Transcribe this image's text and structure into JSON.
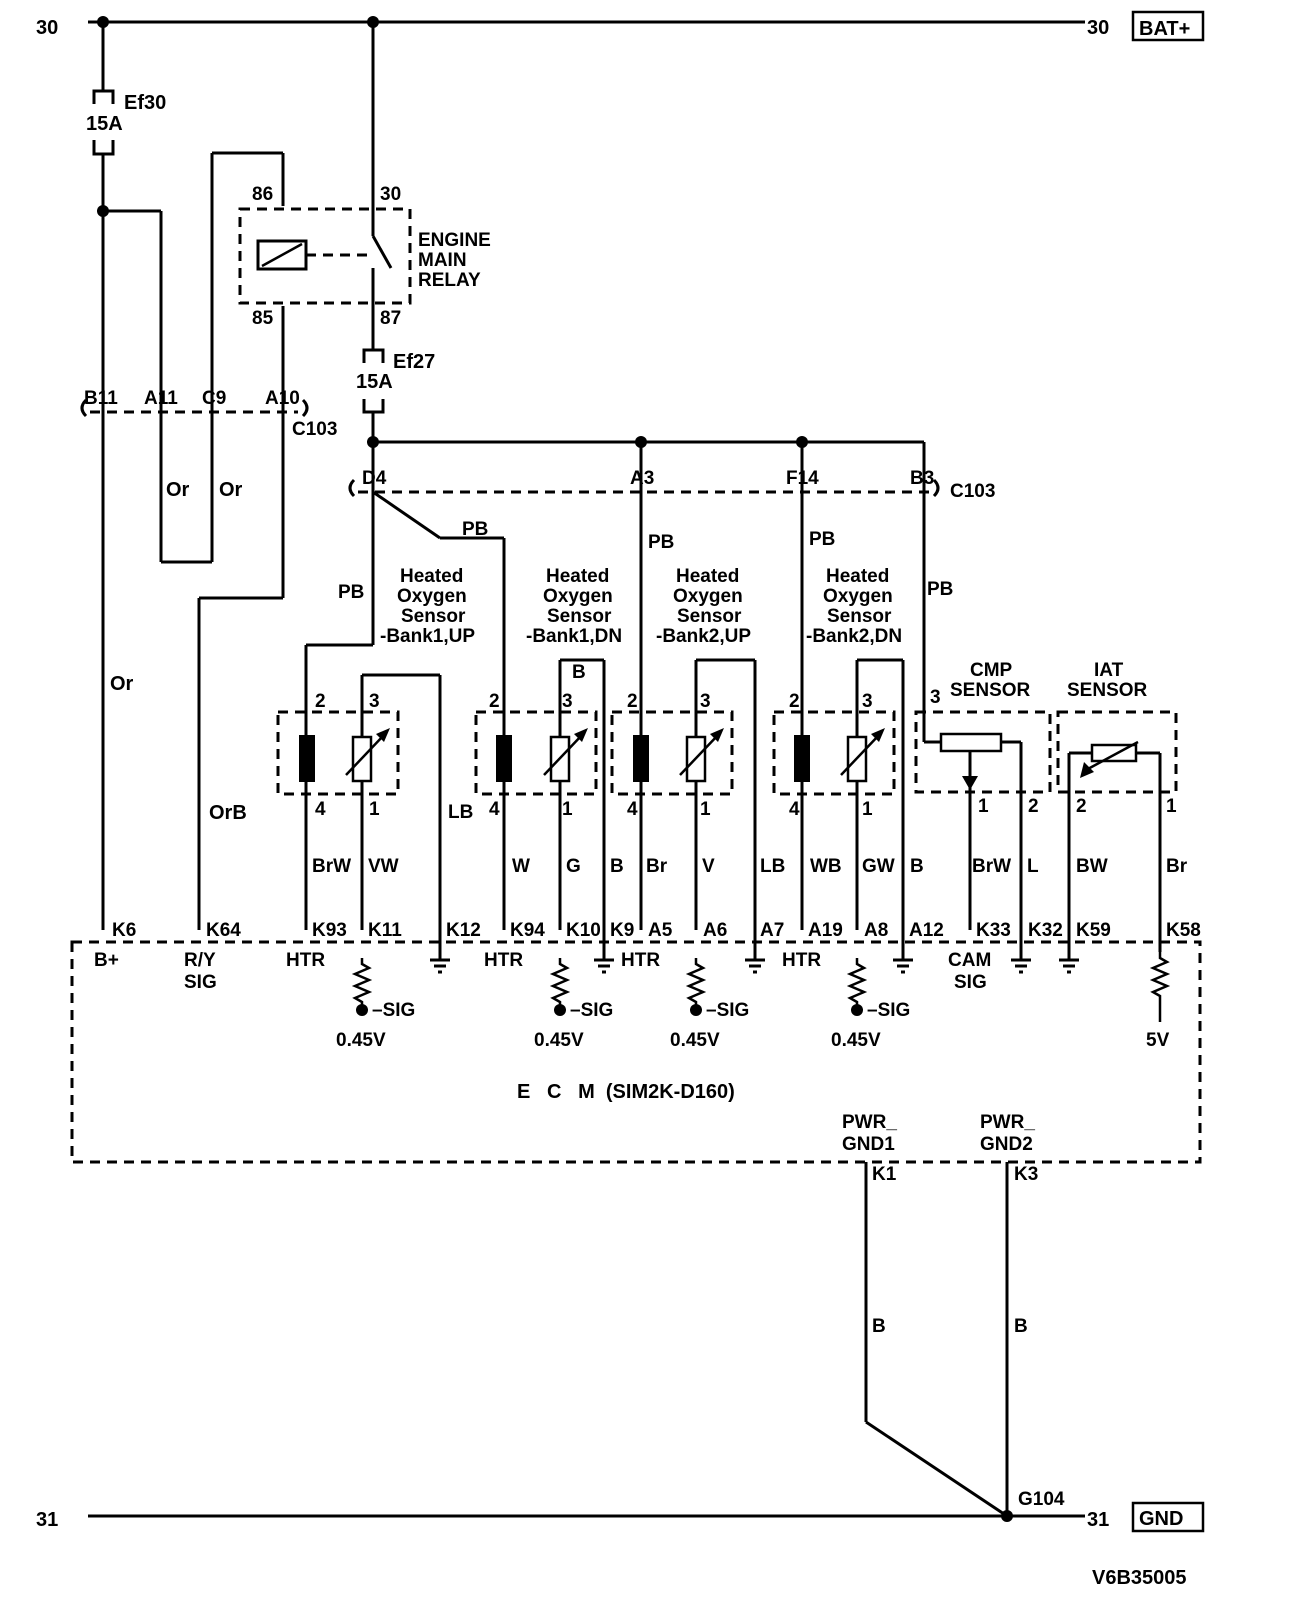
{
  "rails": {
    "top_left": "30",
    "top_right": "30",
    "top_tag": "BAT+",
    "bottom_left": "31",
    "bottom_right": "31",
    "bottom_tag": "GND",
    "ground_point": "G104"
  },
  "fuses": {
    "ef30_name": "Ef30",
    "ef30_rating": "15A",
    "ef27_name": "Ef27",
    "ef27_rating": "15A"
  },
  "relay": {
    "line1": "ENGINE",
    "line2": "MAIN",
    "line3": "RELAY",
    "pin86": "86",
    "pin85": "85",
    "pin30": "30",
    "pin87": "87"
  },
  "connector_upper": {
    "name": "C103",
    "pins": [
      "B11",
      "A11",
      "C9",
      "A10"
    ]
  },
  "connector_lower": {
    "name": "C103",
    "pins": [
      "D4",
      "A3",
      "F14",
      "B3"
    ]
  },
  "wire_colors": {
    "or_a": "Or",
    "or_b": "Or",
    "or_left": "Or",
    "orb": "OrB",
    "pb_d4": "PB",
    "pb_branch": "PB",
    "pb_a3": "PB",
    "pb_f14": "PB",
    "pb_b3": "PB",
    "b_jumper": "B",
    "s1_pin4": "BrW",
    "s1_pin1": "VW",
    "s1_ret": "LB",
    "s2_pin4": "W",
    "s2_pin1": "G",
    "s2_ret": "B",
    "s3_pin4": "Br",
    "s3_pin1": "V",
    "s3_ret": "LB",
    "s4_pin4": "WB",
    "s4_pin1": "GW",
    "s4_ret": "B",
    "cmp_pin1": "BrW",
    "cmp_pin2": "L",
    "iat_pin2": "BW",
    "iat_pin1": "Br",
    "gnd1": "B",
    "gnd2": "B"
  },
  "sensors": [
    {
      "line1": "Heated",
      "line2": "Oxygen",
      "line3": "Sensor",
      "line4": "-Bank1,UP",
      "p_a": "2",
      "p_b": "3",
      "p_c": "4",
      "p_d": "1"
    },
    {
      "line1": "Heated",
      "line2": "Oxygen",
      "line3": "Sensor",
      "line4": "-Bank1,DN",
      "p_a": "2",
      "p_b": "3",
      "p_c": "4",
      "p_d": "1"
    },
    {
      "line1": "Heated",
      "line2": "Oxygen",
      "line3": "Sensor",
      "line4": "-Bank2,UP",
      "p_a": "2",
      "p_b": "3",
      "p_c": "4",
      "p_d": "1"
    },
    {
      "line1": "Heated",
      "line2": "Oxygen",
      "line3": "Sensor",
      "line4": "-Bank2,DN",
      "p_a": "2",
      "p_b": "3",
      "p_c": "4",
      "p_d": "1"
    }
  ],
  "cmp": {
    "line1": "CMP",
    "line2": "SENSOR",
    "pin3": "3",
    "pin1": "1",
    "pin2": "2"
  },
  "iat": {
    "line1": "IAT",
    "line2": "SENSOR",
    "pin2": "2",
    "pin1": "1"
  },
  "ecm": {
    "title": "E   C   M  (SIM2K-D160)",
    "pins": [
      "K6",
      "K64",
      "K93",
      "K11",
      "K12",
      "K94",
      "K10",
      "K9",
      "A5",
      "A6",
      "A7",
      "A19",
      "A8",
      "A12",
      "K33",
      "K32",
      "K59",
      "K58"
    ],
    "labels": {
      "bplus": "B+",
      "ry1": "R/Y",
      "ry2": "SIG",
      "htr1": "HTR",
      "htr2": "HTR",
      "htr3": "HTR",
      "htr4": "HTR",
      "cam1": "CAM",
      "cam2": "SIG",
      "sig1": "SIG",
      "sig2": "SIG",
      "sig3": "SIG",
      "sig4": "SIG",
      "v1": "0.45V",
      "v2": "0.45V",
      "v3": "0.45V",
      "v4": "0.45V",
      "v5": "5V",
      "pg1a": "PWR_",
      "pg1b": "GND1",
      "pg2a": "PWR_",
      "pg2b": "GND2",
      "k1": "K1",
      "k3": "K3"
    }
  },
  "figure_id": "V6B35005"
}
